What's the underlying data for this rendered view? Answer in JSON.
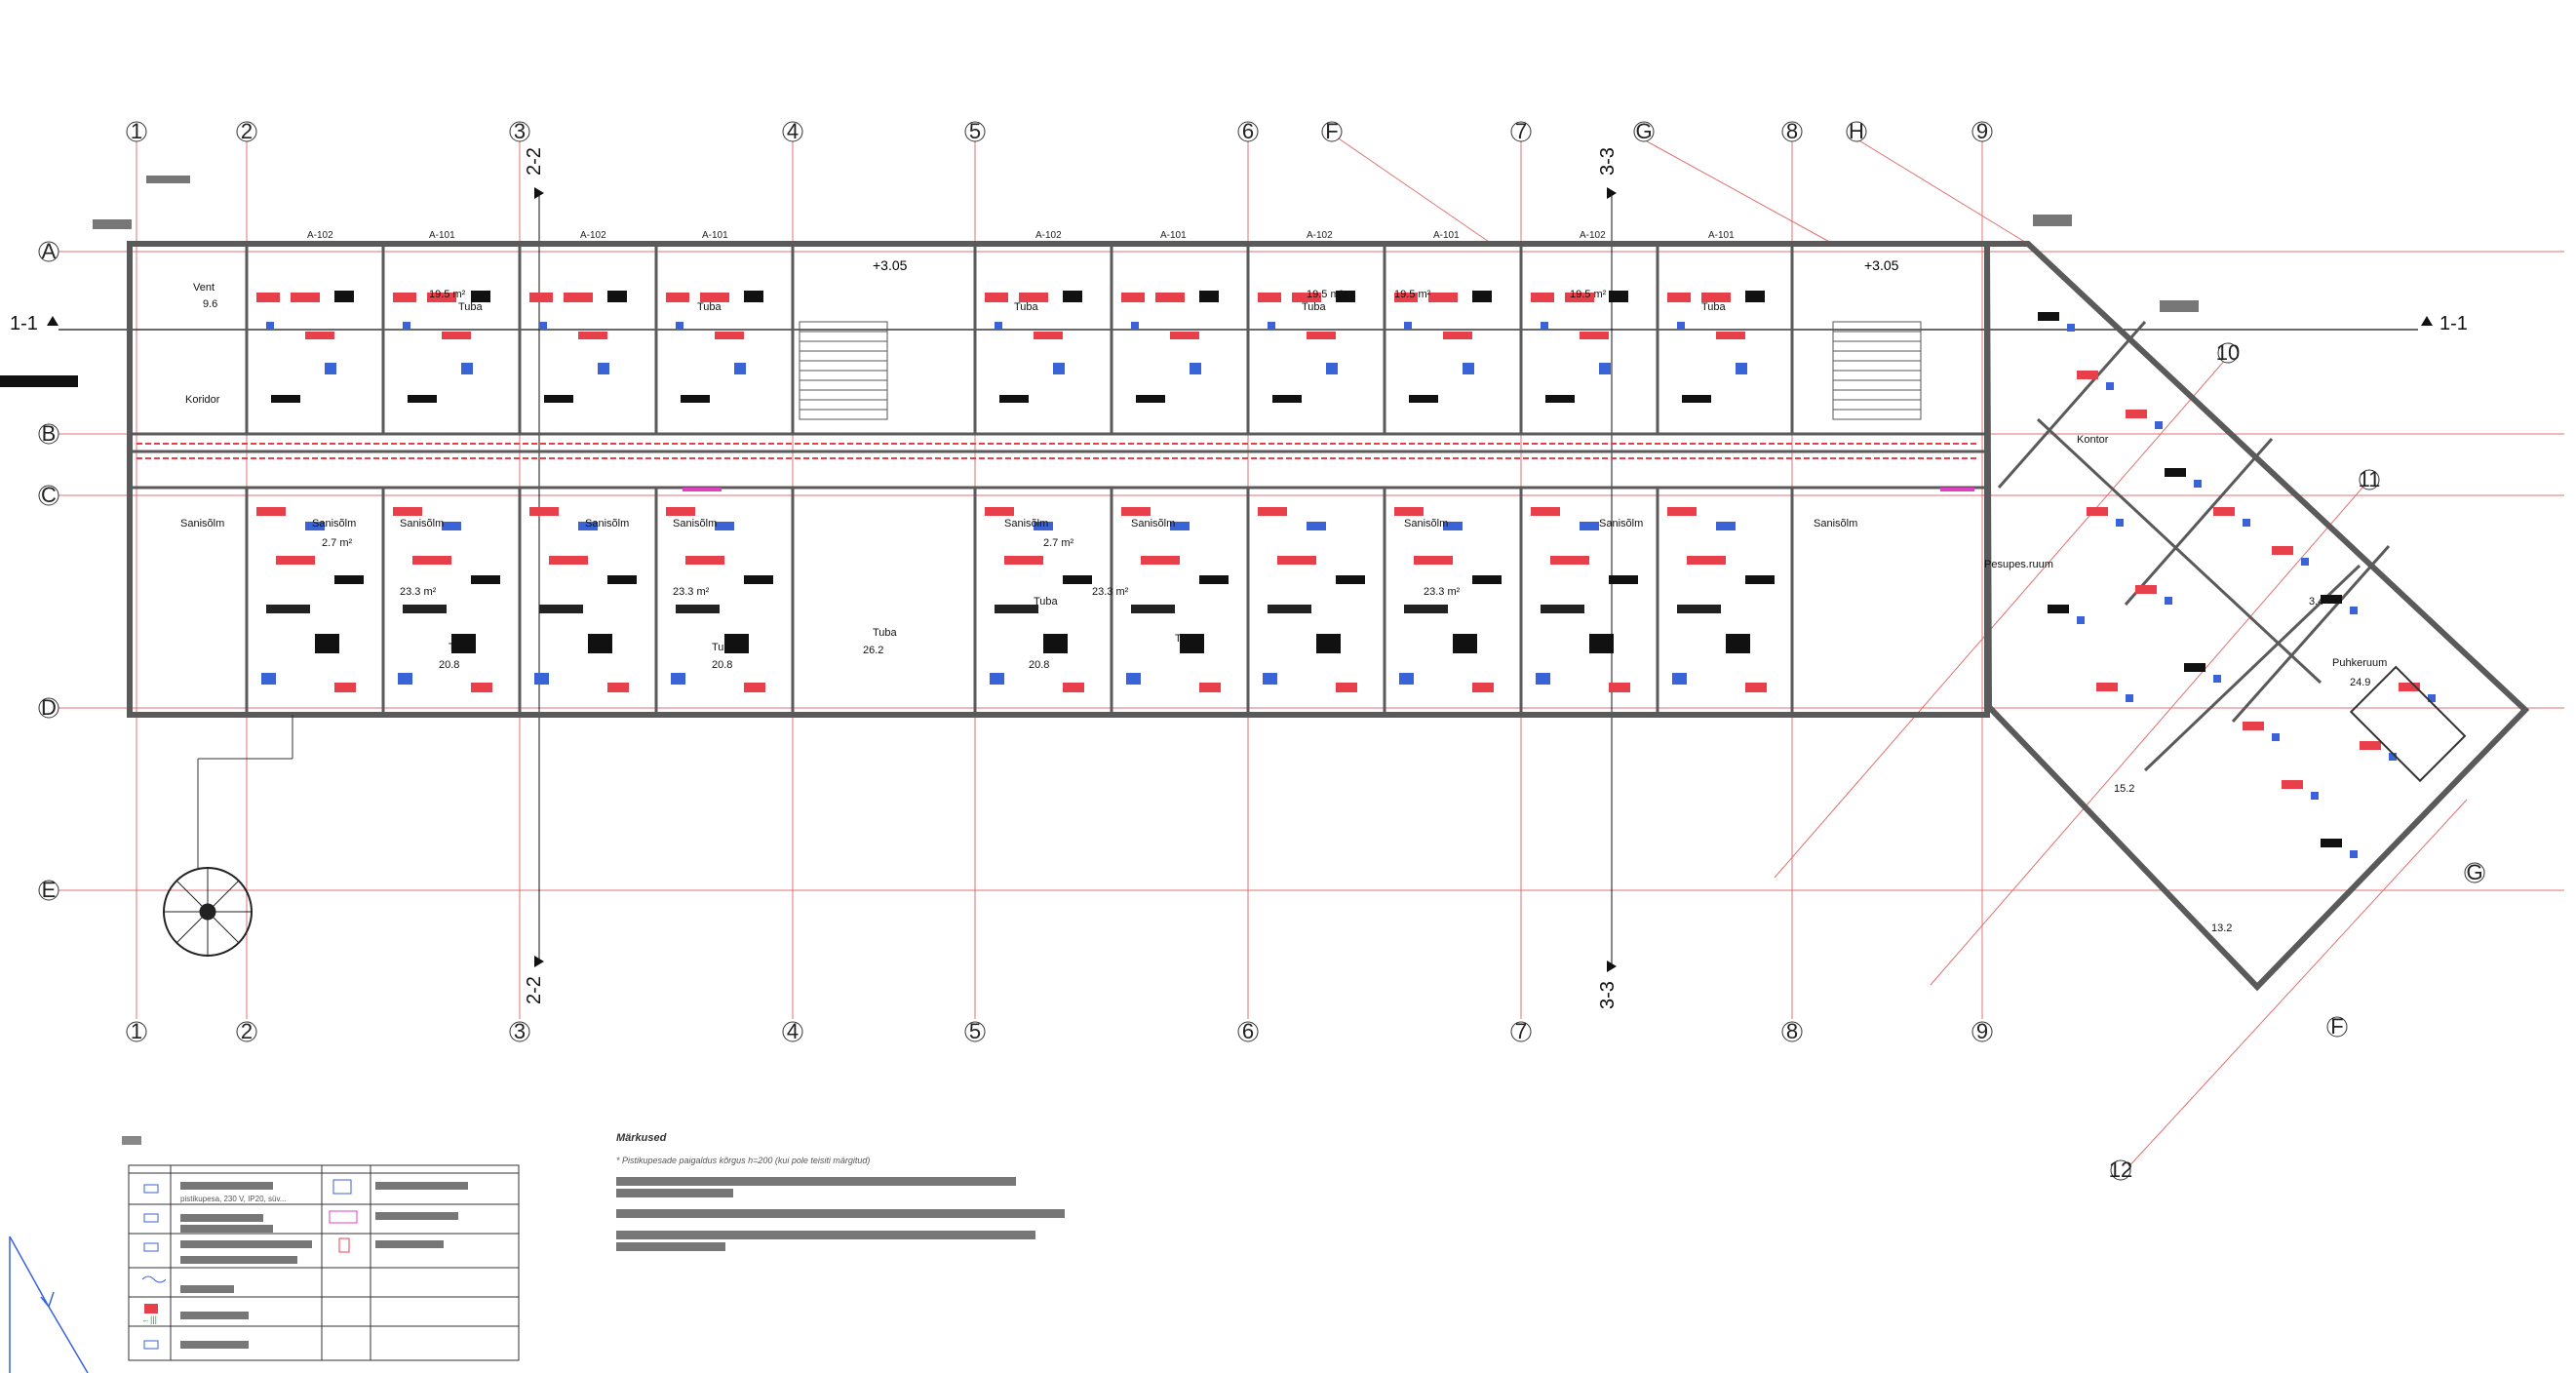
{
  "grid": {
    "top_labels": [
      "1",
      "2",
      "3",
      "4",
      "5",
      "6",
      "7",
      "8",
      "9"
    ],
    "extra_top_labels": [
      "F",
      "G",
      "H"
    ],
    "bottom_labels": [
      "1",
      "2",
      "3",
      "4",
      "5",
      "6",
      "7",
      "8",
      "9"
    ],
    "left_labels": [
      "A",
      "B",
      "C",
      "D",
      "E"
    ],
    "angled_labels": [
      "10",
      "11",
      "12",
      "F",
      "G"
    ]
  },
  "sections": {
    "s11_left": "1-1",
    "s11_right": "1-1",
    "s22_top": "2-2",
    "s22_bottom": "2-2",
    "s33_top": "3-3",
    "s33_bottom": "3-3"
  },
  "levels": {
    "l1": "+3.05",
    "l2": "+3.05"
  },
  "door_tags": [
    "A-102",
    "A-101",
    "A-102",
    "A-101",
    "A-102",
    "A-101",
    "A-102",
    "A-101",
    "A-102",
    "A-101"
  ],
  "rooms": {
    "vent": "Vent",
    "vent_area": "9.6",
    "koridor": "Koridor",
    "tuba": "Tuba",
    "sanisolm": "Sanisõlm",
    "area_195": "19.5 m²",
    "area_233": "23.3 m²",
    "area_27": "2.7 m²",
    "area_208": "20.8",
    "area_262": "26.2",
    "kontor": "Kontor",
    "pesupesu": "Pesupes.ruum",
    "puhkeruum": "Puhkeruum",
    "area_249": "24.9",
    "area_152": "15.2",
    "area_132": "13.2",
    "area_34": "3.4"
  },
  "legend": {
    "row1": "pistikupesa, 230 V, IP20, süv..."
  },
  "notes": {
    "title": "Märkused",
    "line1": "* Pistikupesade paigaldus kõrgus h=200 (kui pole teisiti märgitud)"
  },
  "colors": {
    "wall": "#5a5a5a",
    "grid": "#e06060",
    "red": "#e8404a",
    "blue": "#3a63d8",
    "magenta": "#e040c0"
  }
}
